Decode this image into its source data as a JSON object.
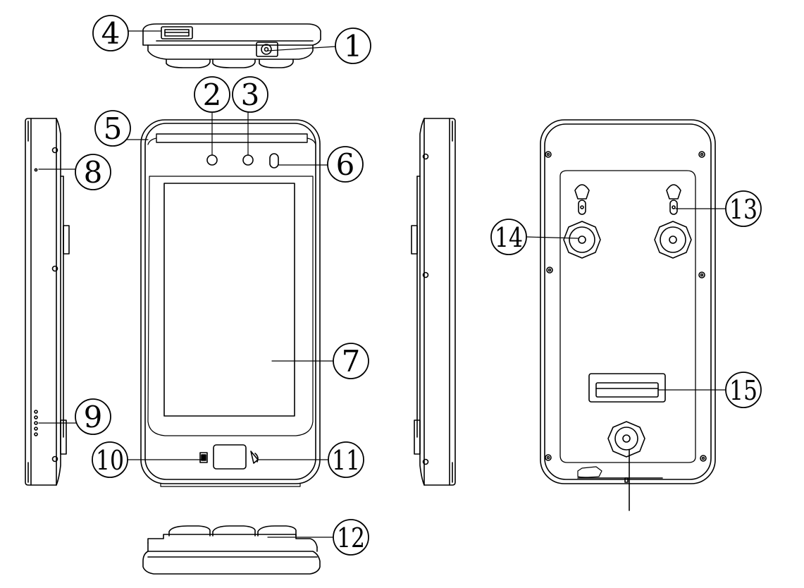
{
  "title": "Face recognition terminal – component overview",
  "callouts": [
    {
      "label": "1"
    },
    {
      "label": "2"
    },
    {
      "label": "3"
    },
    {
      "label": "4"
    },
    {
      "label": "5"
    },
    {
      "label": "6"
    },
    {
      "label": "7"
    },
    {
      "label": "8"
    },
    {
      "label": "9"
    },
    {
      "label": "10"
    },
    {
      "label": "11"
    },
    {
      "label": "12"
    },
    {
      "label": "13"
    },
    {
      "label": "14"
    },
    {
      "label": "15"
    }
  ],
  "colors": {
    "stroke": "#000000",
    "background": "#ffffff"
  }
}
